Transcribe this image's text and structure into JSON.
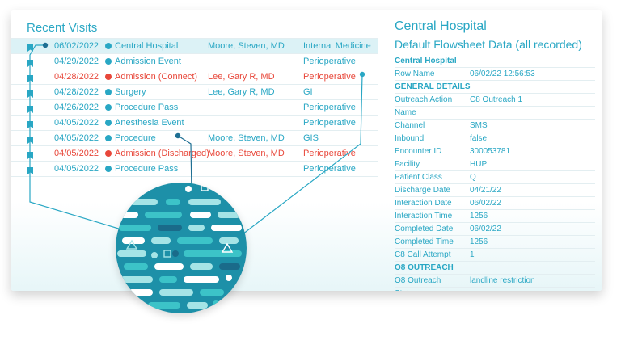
{
  "colors": {
    "accent": "#29a7c4",
    "alert": "#e8473a",
    "selected_bg": "#dcf2f6",
    "magnifier": "#1d90a8"
  },
  "visits": {
    "title": "Recent Visits",
    "rows": [
      {
        "date": "06/02/2022",
        "event": "Central Hospital",
        "provider": "Moore, Steven, MD",
        "department": "Internal Medicine",
        "status": "normal",
        "selected": true
      },
      {
        "date": "04/29/2022",
        "event": "Admission Event",
        "provider": "",
        "department": "Perioperative",
        "status": "normal",
        "selected": false
      },
      {
        "date": "04/28/2022",
        "event": "Admission (Connect)",
        "provider": "Lee, Gary R, MD",
        "department": "Perioperative",
        "status": "alert",
        "selected": false
      },
      {
        "date": "04/28/2022",
        "event": "Surgery",
        "provider": "Lee, Gary R, MD",
        "department": "GI",
        "status": "normal",
        "selected": false
      },
      {
        "date": "04/26/2022",
        "event": "Procedure Pass",
        "provider": "",
        "department": "Perioperative",
        "status": "normal",
        "selected": false
      },
      {
        "date": "04/05/2022",
        "event": "Anesthesia Event",
        "provider": "",
        "department": "Perioperative",
        "status": "normal",
        "selected": false
      },
      {
        "date": "04/05/2022",
        "event": "Procedure",
        "provider": "Moore, Steven, MD",
        "department": "GIS",
        "status": "normal",
        "selected": false
      },
      {
        "date": "04/05/2022",
        "event": "Admission (Discharged)",
        "provider": "Moore, Steven, MD",
        "department": "Perioperative",
        "status": "alert",
        "selected": false
      },
      {
        "date": "04/05/2022",
        "event": "Procedure Pass",
        "provider": "",
        "department": "Perioperative",
        "status": "normal",
        "selected": false
      }
    ]
  },
  "flowsheet": {
    "hospital": "Central Hospital",
    "title": "Default Flowsheet Data (all recorded)",
    "rows": [
      {
        "type": "head",
        "label": "Central Hospital",
        "value": ""
      },
      {
        "type": "field",
        "label": "Row Name",
        "value": "06/02/22 12:56:53"
      },
      {
        "type": "head",
        "label": "GENERAL DETAILS",
        "value": ""
      },
      {
        "type": "field",
        "label": "Outreach Action",
        "value": "C8 Outreach 1"
      },
      {
        "type": "field",
        "label": "Name",
        "value": ""
      },
      {
        "type": "field",
        "label": "Channel",
        "value": "SMS"
      },
      {
        "type": "field",
        "label": "Inbound",
        "value": "false"
      },
      {
        "type": "field",
        "label": "Encounter ID",
        "value": "300053781"
      },
      {
        "type": "field",
        "label": "Facility",
        "value": "HUP"
      },
      {
        "type": "field",
        "label": "Patient Class",
        "value": "Q"
      },
      {
        "type": "field",
        "label": "Discharge Date",
        "value": "04/21/22"
      },
      {
        "type": "field",
        "label": "Interaction Date",
        "value": "06/02/22"
      },
      {
        "type": "field",
        "label": "Interaction Time",
        "value": "1256"
      },
      {
        "type": "field",
        "label": "Completed Date",
        "value": "06/02/22"
      },
      {
        "type": "field",
        "label": "Completed Time",
        "value": "1256"
      },
      {
        "type": "field",
        "label": "C8 Call Attempt",
        "value": "1"
      },
      {
        "type": "head",
        "label": "O8 OUTREACH",
        "value": ""
      },
      {
        "type": "field",
        "label": "O8 Outreach",
        "value": "landline restriction"
      },
      {
        "type": "field",
        "label": "Status",
        "value": ""
      }
    ]
  }
}
